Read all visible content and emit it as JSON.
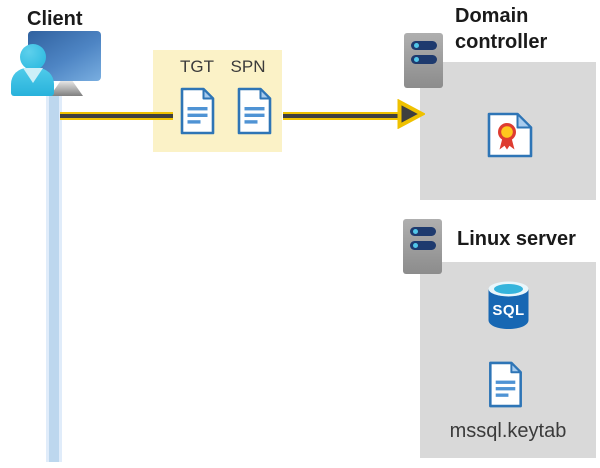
{
  "diagram": {
    "client": {
      "label": "Client"
    },
    "tickets": {
      "tgt": "TGT",
      "spn": "SPN"
    },
    "domain_controller": {
      "label_line1": "Domain",
      "label_line2": "controller"
    },
    "linux_server": {
      "label": "Linux server",
      "keytab_file": "mssql.keytab",
      "sql_icon_label": "SQL"
    }
  },
  "colors": {
    "highlight_box": "#FBF2C7",
    "server_box": "#D9D9D9",
    "arrow_yellow": "#EFC100",
    "arrow_dark": "#3F3F3F",
    "timeline_blue": "#BDD7EE",
    "doc_blue": "#2E75B6",
    "doc_fold": "#A8CCEE",
    "doc_lines": "#4F93D4",
    "sql_body": "#1767B3",
    "sql_top": "#35B4DC",
    "person_cyan": "#35BEE2",
    "heading_text": "#1A1A1A",
    "label_text": "#3B3B3B",
    "cert_red": "#DE3C30",
    "cert_yellow": "#FFC81E",
    "server_navy": "#1E3A6E",
    "server_dot_cyan": "#52C6E9"
  }
}
